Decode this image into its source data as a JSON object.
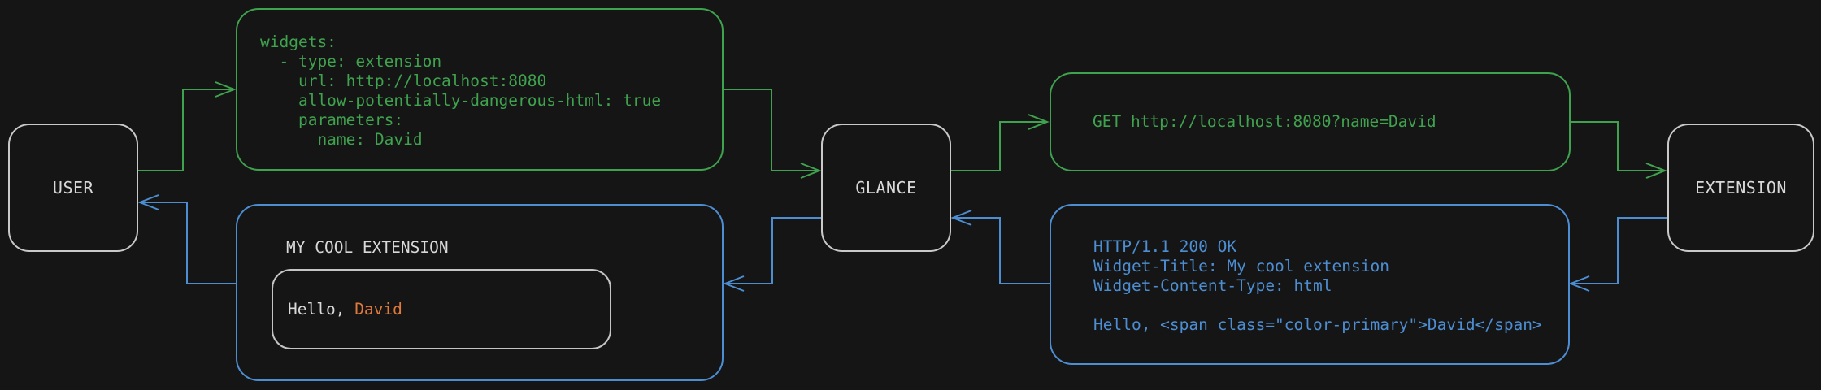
{
  "colors": {
    "background": "#151515",
    "green": "#3fa24e",
    "blue": "#4d8ed3",
    "orange": "#e0793a",
    "white": "#d9d9d9",
    "node_border": "#c9c9c9",
    "inner_border": "#c4c4c4"
  },
  "nodes": {
    "user": {
      "label": "USER"
    },
    "glance": {
      "label": "GLANCE"
    },
    "extension": {
      "label": "EXTENSION"
    }
  },
  "config_box": {
    "lines": [
      "widgets:",
      "  - type: extension",
      "    url: http://localhost:8080",
      "    allow-potentially-dangerous-html: true",
      "    parameters:",
      "      name: David"
    ]
  },
  "request_box": {
    "text": "GET http://localhost:8080?name=David"
  },
  "response_box": {
    "lines": [
      "HTTP/1.1 200 OK",
      "Widget-Title: My cool extension",
      "Widget-Content-Type: html",
      "",
      "Hello, <span class=\"color-primary\">David</span>"
    ]
  },
  "widget_box": {
    "title": "MY COOL EXTENSION",
    "greeting_prefix": "Hello, ",
    "greeting_name": "David"
  }
}
